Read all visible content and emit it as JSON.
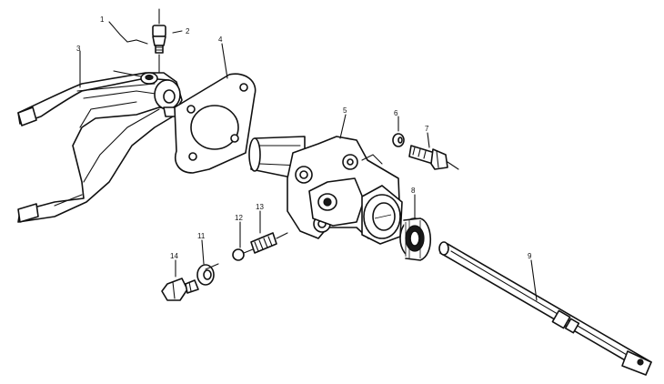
{
  "callouts": [
    {
      "id": "c1",
      "label": "1"
    },
    {
      "id": "c2",
      "label": "2"
    },
    {
      "id": "c3",
      "label": "3"
    },
    {
      "id": "c4",
      "label": "4"
    },
    {
      "id": "c5",
      "label": "5"
    },
    {
      "id": "c6",
      "label": "6"
    },
    {
      "id": "c7",
      "label": "7"
    },
    {
      "id": "c8",
      "label": "8"
    },
    {
      "id": "c9",
      "label": "9"
    },
    {
      "id": "c11",
      "label": "11"
    },
    {
      "id": "c12",
      "label": "12"
    },
    {
      "id": "c13",
      "label": "13"
    },
    {
      "id": "c14",
      "label": "14"
    }
  ],
  "colors": {
    "ink": "#111111",
    "paper": "#ffffff"
  }
}
